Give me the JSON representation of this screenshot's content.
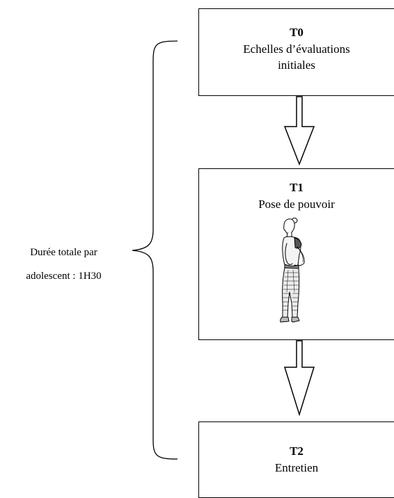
{
  "steps": [
    {
      "id": "T0",
      "label": "Echelles d’évaluations initiales"
    },
    {
      "id": "T1",
      "label": "Pose de pouvoir"
    },
    {
      "id": "T2",
      "label": "Entretien"
    }
  ],
  "duration": {
    "line1": "Durée totale par",
    "line2": "adolescent : 1H30"
  },
  "colors": {
    "stroke": "#000000",
    "background": "#ffffff"
  },
  "illustration": "standing-power-pose-figure"
}
